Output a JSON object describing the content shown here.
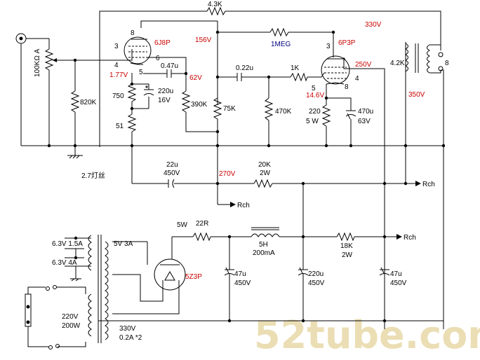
{
  "labels": {
    "r_4k3": "4.3K",
    "b_330": "330V",
    "t1_pin8": "8",
    "t1_pin3": "3",
    "t1_pin4": "4",
    "t1_pin6": "6",
    "t1_pin5": "5",
    "t1_name": "6J8P",
    "v156": "156V",
    "r_1meg": "1MEG",
    "t2_pin3": "3",
    "t2_name": "6P3P",
    "v250": "250V",
    "ot_4k2": "4.2K",
    "ot_8": "8",
    "vol": "100KΩ A",
    "c047": "0.47u",
    "v177": "1.77V",
    "v62": "62V",
    "r820": "820K",
    "r750": "750",
    "c220u": "220u",
    "c220v": "16V",
    "r390": "390K",
    "r75": "75K",
    "c022": "0.22u",
    "r1k": "1K",
    "t2_pin5": "5",
    "t2_pin8": "8",
    "t2_pin4": "4",
    "v146": "14.6V",
    "v350": "350V",
    "r470k": "470K",
    "r220": "220",
    "r220w": "5 W",
    "c470u": "470u",
    "c470v": "63V",
    "r51": "51",
    "heater": "2.7灯丝",
    "c22u": "22u",
    "c22v": "450V",
    "v270": "270V",
    "r20k": "20K",
    "r20kw": "2W",
    "rch1": "Rch",
    "rch2": "Rch",
    "rch3": "Rch",
    "w5": "5W",
    "r22r": "22R",
    "ind5h": "5H",
    "ind200": "200mA",
    "r18k": "18K",
    "r18kw": "2W",
    "h63a": "6.3V 1.5A",
    "h63b": "6.3V 4A",
    "s5v": "5V 3A",
    "rect": "5Z3P",
    "c47a": "47u",
    "c47av": "450V",
    "c220b": "220u",
    "c220bv": "450V",
    "c47b": "47u",
    "c47bv": "450V",
    "mains": "220V",
    "mainsw": "200W",
    "hv": "330V",
    "hva": "0.2A *2",
    "watermark": "52tube.com"
  }
}
